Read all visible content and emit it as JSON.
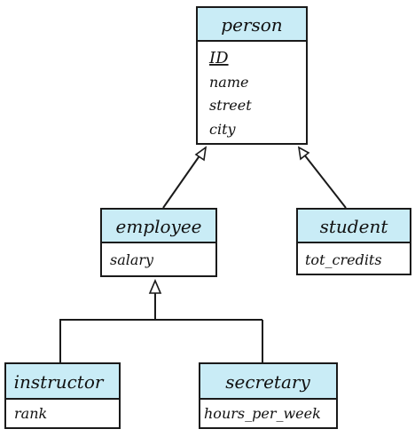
{
  "colors": {
    "header_fill": "#c9ecf6",
    "border": "#1a1a1a",
    "background": "#ffffff"
  },
  "entities": {
    "person": {
      "name": "person",
      "attributes": [
        "ID",
        "name",
        "street",
        "city"
      ],
      "primary_key": "ID"
    },
    "employee": {
      "name": "employee",
      "attributes": [
        "salary"
      ]
    },
    "student": {
      "name": "student",
      "attributes": [
        "tot_credits"
      ]
    },
    "instructor": {
      "name": "instructor",
      "attributes": [
        "rank"
      ]
    },
    "secretary": {
      "name": "secretary",
      "attributes": [
        "hours_per_week"
      ]
    }
  },
  "relationships": [
    {
      "type": "specialization",
      "parent": "person",
      "children": [
        "employee",
        "student"
      ],
      "style": "separate"
    },
    {
      "type": "specialization",
      "parent": "employee",
      "children": [
        "instructor",
        "secretary"
      ],
      "style": "shared"
    }
  ]
}
